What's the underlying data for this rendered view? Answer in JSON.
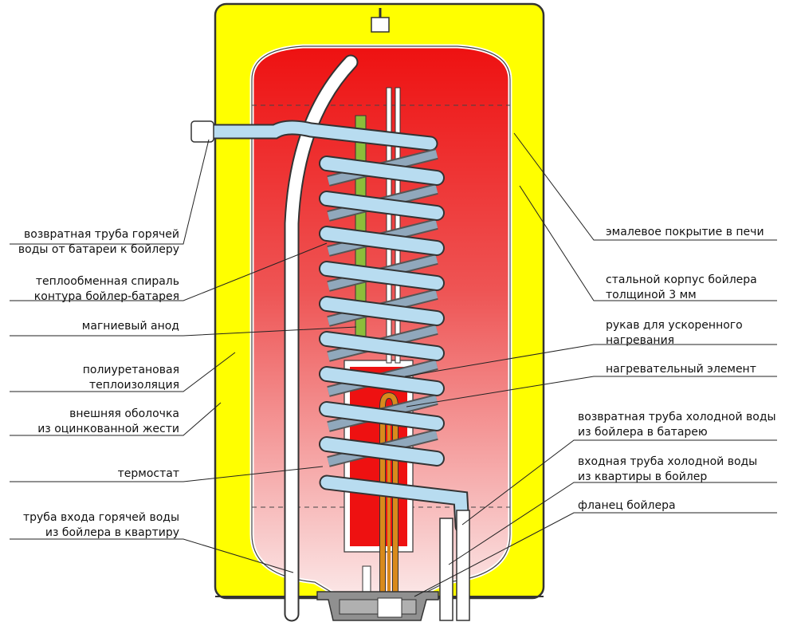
{
  "labels": {
    "return_hot_pipe": [
      "возвратная труба горячей",
      "воды от батареи к бойлеру"
    ],
    "heat_exchanger_coil": [
      "теплообменная спираль",
      "контура бойлер-батарея"
    ],
    "magnesium_anode": [
      "магниевый анод"
    ],
    "polyurethane_insulation": [
      "полиуретановая",
      "теплоизоляция"
    ],
    "outer_shell": [
      "внешняя оболочка",
      "из оцинкованной жести"
    ],
    "thermostat": [
      "термостат"
    ],
    "hot_water_outlet_pipe": [
      "труба входа горячей воды",
      "из бойлера в квартиру"
    ],
    "enamel_coating": [
      "эмалевое покрытие в печи"
    ],
    "steel_body": [
      "стальной корпус бойлера",
      "толщиной 3 мм"
    ],
    "fast_heating_sleeve": [
      "рукав для ускоренного",
      "нагревания"
    ],
    "heating_element": [
      "нагревательный элемент"
    ],
    "cold_return_pipe": [
      "возвратная труба холодной воды",
      "из бойлера в батарею"
    ],
    "cold_inlet_pipe": [
      "входная труба холодной воды",
      "из квартиры в бойлер"
    ],
    "boiler_flange": [
      "фланец бойлера"
    ]
  },
  "colors": {
    "insulation": "#ffff00",
    "tank_top": "#ee1111",
    "tank_bottom": "#fbe6e6",
    "coil": "#b8dcf0",
    "anode": "#8cbd3a",
    "heater": "#d98a1c",
    "pipe": "#ffffff",
    "flange": "#909090"
  }
}
